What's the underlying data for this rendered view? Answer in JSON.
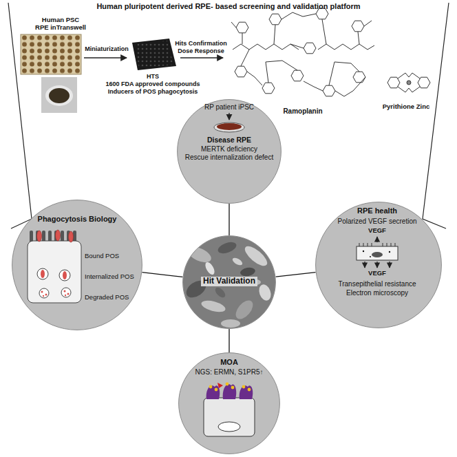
{
  "diagram": {
    "title": "Human pluripotent derived RPE- based screening and validation platform",
    "nodes": [
      {
        "text": [
          "RP patient iPSC",
          "Disease RPE",
          "MERTK deficiency",
          "Rescue internalization defect"
        ]
      },
      {
        "text": [
          "Phagocytosis Biology",
          "Bound POS",
          "Internalized POS",
          "Degraded POS"
        ]
      },
      {
        "text": [
          "Hit Validation"
        ]
      },
      {
        "text": [
          "RPE health",
          "Polarized VEGF secretion",
          "VEGF",
          "VEGF",
          "Transepithelial resistance",
          "Electron microscopy"
        ]
      },
      {
        "text": [
          "MOA",
          "NGS: ERMN, S1PR5↑"
        ]
      }
    ],
    "edges": [
      {
        "from": 0,
        "to": 2,
        "arrow": "none"
      },
      {
        "from": 1,
        "to": 2,
        "arrow": "none"
      },
      {
        "from": 3,
        "to": 2,
        "arrow": "none"
      },
      {
        "from": 4,
        "to": 2,
        "arrow": "none"
      }
    ],
    "labels": [
      "Human PSC",
      "RPE inTranswell",
      "Miniaturization",
      "HTS",
      "1600 FDA approved compounds",
      "Inducers of POS phagocytosis",
      "Hits Confirmation",
      "Dose Response",
      "Ramoplanin",
      "Pyrithione Zinc"
    ]
  }
}
